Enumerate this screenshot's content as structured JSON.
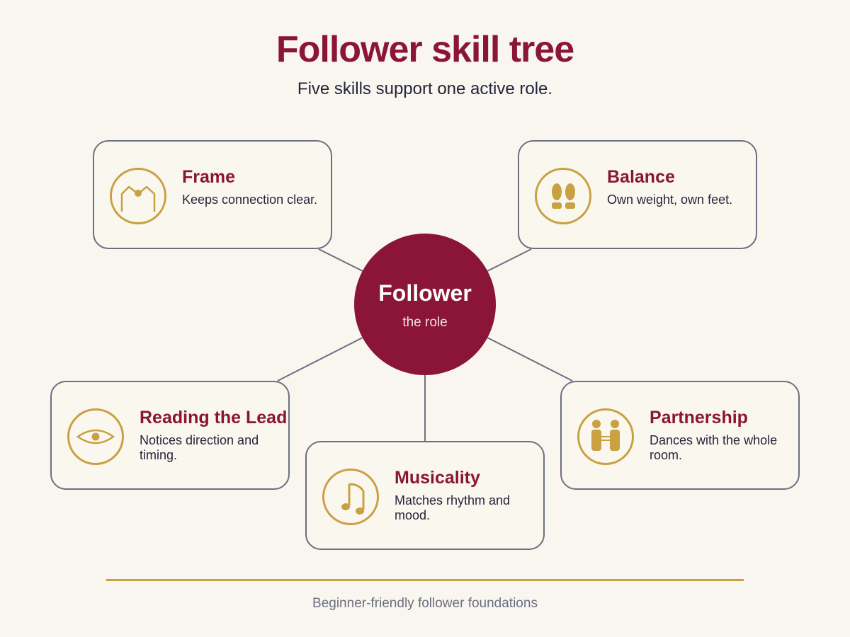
{
  "header": {
    "title": "Follower skill tree",
    "subtitle": "Five skills support one active role."
  },
  "hub": {
    "title": "Follower",
    "subtitle": "the role"
  },
  "skills": [
    {
      "name": "Frame",
      "description": "Keeps connection clear.",
      "icon": "frame-arms-icon"
    },
    {
      "name": "Balance",
      "description": "Own weight, own feet.",
      "icon": "footprints-icon"
    },
    {
      "name": "Reading the Lead",
      "description": "Notices direction and timing.",
      "icon": "eye-icon"
    },
    {
      "name": "Musicality",
      "description": "Matches rhythm and mood.",
      "icon": "music-note-icon"
    },
    {
      "name": "Partnership",
      "description": "Dances with the whole room.",
      "icon": "partners-icon"
    }
  ],
  "footer": {
    "caption": "Beginner-friendly follower foundations"
  },
  "colors": {
    "accent": "#8a1538",
    "gold": "#c9a042",
    "outline": "#6b6f82",
    "background": "#f9f6ef",
    "text": "#22263a"
  }
}
